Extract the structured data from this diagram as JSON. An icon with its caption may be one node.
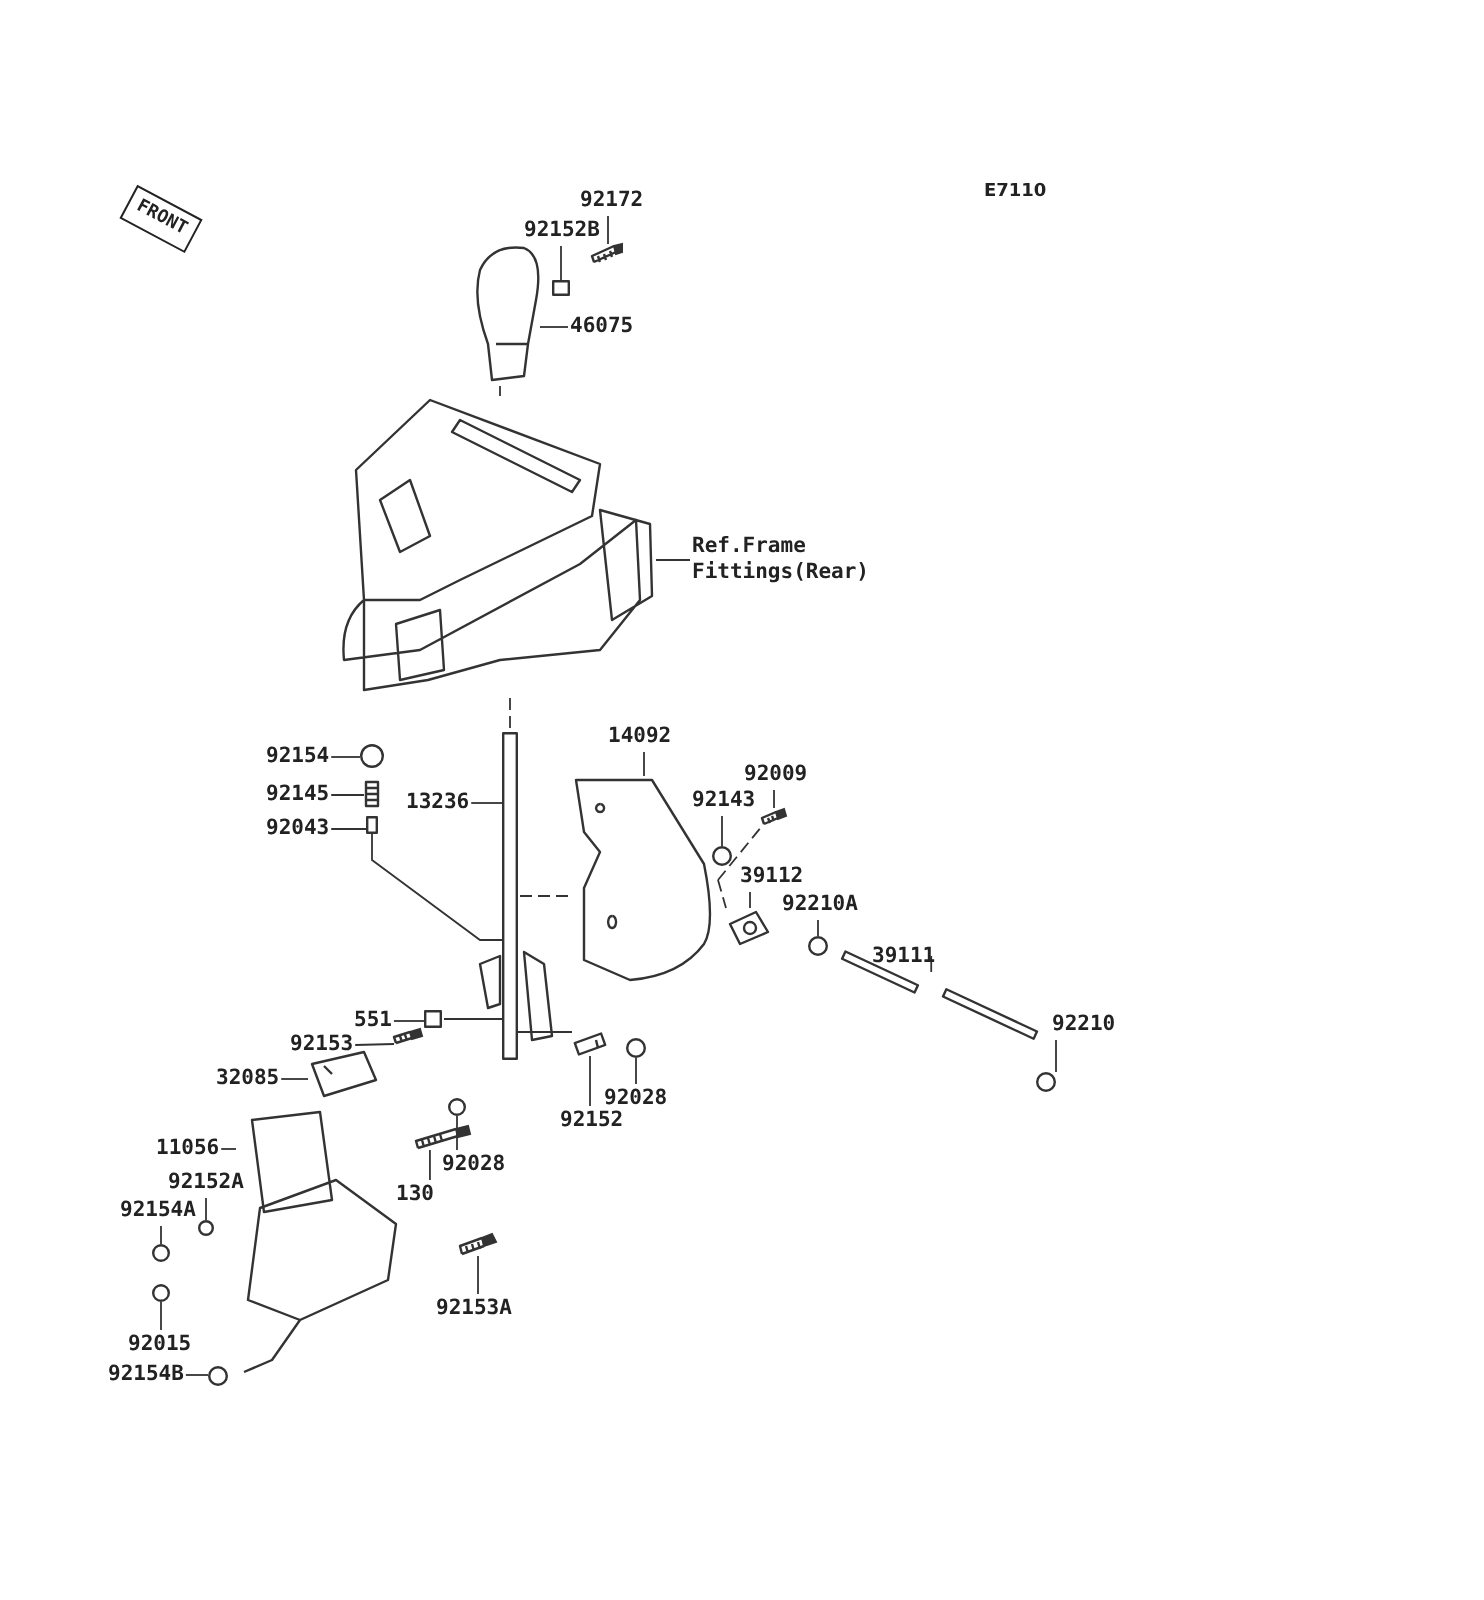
{
  "diagram": {
    "nodes": [
      {
        "text": [
          "FRONT"
        ]
      },
      {
        "text": [
          "92172"
        ]
      },
      {
        "text": [
          "92152B"
        ]
      },
      {
        "text": [
          "46075"
        ]
      },
      {
        "text": [
          "Ref.Frame Fittings(Rear)"
        ]
      },
      {
        "text": [
          "92154"
        ]
      },
      {
        "text": [
          "92145"
        ]
      },
      {
        "text": [
          "92043"
        ]
      },
      {
        "text": [
          "13236"
        ]
      },
      {
        "text": [
          "14092"
        ]
      },
      {
        "text": [
          "92009"
        ]
      },
      {
        "text": [
          "92143"
        ]
      },
      {
        "text": [
          "39112"
        ]
      },
      {
        "text": [
          "92210A"
        ]
      },
      {
        "text": [
          "39111"
        ]
      },
      {
        "text": [
          "92210"
        ]
      },
      {
        "text": [
          "551"
        ]
      },
      {
        "text": [
          "92153"
        ]
      },
      {
        "text": [
          "32085"
        ]
      },
      {
        "text": [
          "11056"
        ]
      },
      {
        "text": [
          "92152A"
        ]
      },
      {
        "text": [
          "92154A"
        ]
      },
      {
        "text": [
          "92015"
        ]
      },
      {
        "text": [
          "92154B"
        ]
      },
      {
        "text": [
          "130"
        ]
      },
      {
        "text": [
          "92028"
        ]
      },
      {
        "text": [
          "92028"
        ]
      },
      {
        "text": [
          "92152"
        ]
      },
      {
        "text": [
          "92153A"
        ]
      },
      {
        "text": [],
        "shape": "picture"
      },
      {
        "text": [],
        "shape": "box"
      },
      {
        "text": [],
        "shape": "picture"
      },
      {
        "text": [],
        "shape": "picture"
      },
      {
        "text": [],
        "shape": "circle"
      },
      {
        "text": [],
        "shape": "picture"
      },
      {
        "text": [],
        "shape": "box"
      },
      {
        "text": [],
        "shape": "box"
      },
      {
        "text": [],
        "shape": "picture"
      },
      {
        "text": [],
        "shape": "picture"
      },
      {
        "text": [],
        "shape": "circle"
      },
      {
        "text": [],
        "shape": "picture"
      },
      {
        "text": [],
        "shape": "circle"
      },
      {
        "text": [],
        "shape": "picture"
      },
      {
        "text": [],
        "shape": "circle"
      },
      {
        "text": [],
        "shape": "box"
      },
      {
        "text": [],
        "shape": "picture"
      },
      {
        "text": [],
        "shape": "picture"
      },
      {
        "text": [],
        "shape": "picture"
      },
      {
        "text": [],
        "shape": "circle"
      },
      {
        "text": [],
        "shape": "circle"
      },
      {
        "text": [],
        "shape": "circle"
      },
      {
        "text": [],
        "shape": "circle"
      },
      {
        "text": [],
        "shape": "picture"
      },
      {
        "text": [],
        "shape": "circle"
      },
      {
        "text": [],
        "shape": "circle"
      },
      {
        "text": [],
        "shape": "picture"
      },
      {
        "text": [],
        "shape": "picture"
      }
    ],
    "edges": [
      {
        "from": 1,
        "to": 29,
        "arrow": "none"
      },
      {
        "from": 2,
        "to": 30,
        "arrow": "none"
      },
      {
        "from": 3,
        "to": 31,
        "arrow": "none"
      },
      {
        "from": 4,
        "to": 32,
        "arrow": "none"
      },
      {
        "from": 5,
        "to": 33,
        "arrow": "none"
      },
      {
        "from": 6,
        "to": 34,
        "arrow": "none"
      },
      {
        "from": 7,
        "to": 35,
        "arrow": "none"
      },
      {
        "from": 8,
        "to": 36,
        "arrow": "none"
      },
      {
        "from": 9,
        "to": 37,
        "arrow": "none"
      },
      {
        "from": 10,
        "to": 38,
        "arrow": "none"
      },
      {
        "from": 11,
        "to": 39,
        "arrow": "none"
      },
      {
        "from": 12,
        "to": 40,
        "arrow": "none"
      },
      {
        "from": 13,
        "to": 41,
        "arrow": "none"
      },
      {
        "from": 14,
        "to": 42,
        "arrow": "none"
      },
      {
        "from": 15,
        "to": 43,
        "arrow": "none"
      },
      {
        "from": 16,
        "to": 44,
        "arrow": "none"
      },
      {
        "from": 17,
        "to": 45,
        "arrow": "none"
      },
      {
        "from": 18,
        "to": 46,
        "arrow": "none"
      },
      {
        "from": 19,
        "to": 47,
        "arrow": "none"
      },
      {
        "from": 20,
        "to": 48,
        "arrow": "none"
      },
      {
        "from": 21,
        "to": 49,
        "arrow": "none"
      },
      {
        "from": 22,
        "to": 50,
        "arrow": "none"
      },
      {
        "from": 23,
        "to": 51,
        "arrow": "none"
      },
      {
        "from": 24,
        "to": 52,
        "arrow": "none"
      },
      {
        "from": 25,
        "to": 53,
        "arrow": "none"
      },
      {
        "from": 26,
        "to": 54,
        "arrow": "none"
      },
      {
        "from": 27,
        "to": 55,
        "arrow": "none"
      },
      {
        "from": 28,
        "to": 56,
        "arrow": "none"
      },
      {
        "from": 31,
        "to": 32,
        "arrow": "none",
        "style": "dashed"
      },
      {
        "from": 32,
        "to": 36,
        "arrow": "none",
        "style": "dashed"
      },
      {
        "from": 35,
        "to": 36,
        "arrow": "none"
      },
      {
        "from": 36,
        "to": 37,
        "arrow": "none",
        "style": "dashed"
      },
      {
        "from": 37,
        "to": 38,
        "arrow": "none",
        "style": "dashed"
      },
      {
        "from": 37,
        "to": 40,
        "arrow": "none",
        "style": "dashed"
      },
      {
        "from": 44,
        "to": 36,
        "arrow": "none"
      },
      {
        "from": 36,
        "to": 55,
        "arrow": "none"
      }
    ],
    "labels": [
      "E7110"
    ]
  }
}
